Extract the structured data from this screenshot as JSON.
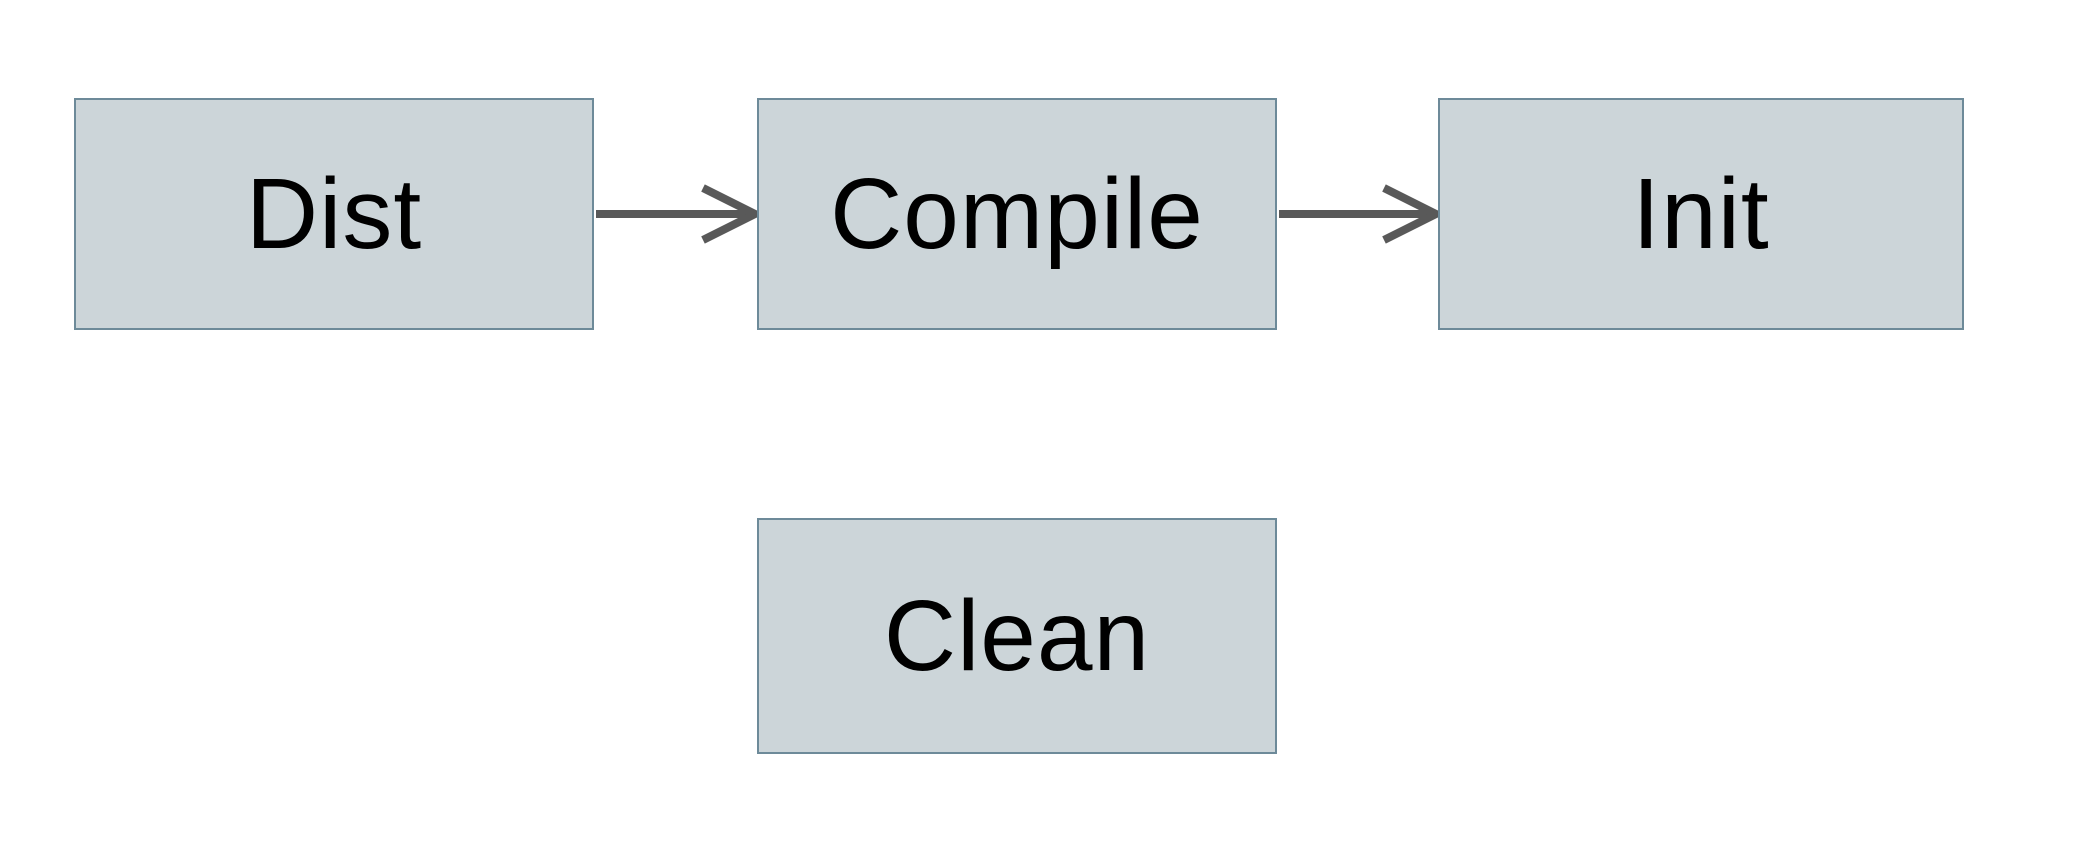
{
  "diagram": {
    "title": "build-targets-flowchart",
    "nodes": [
      {
        "id": "dist",
        "label": "Dist"
      },
      {
        "id": "compile",
        "label": "Compile"
      },
      {
        "id": "init",
        "label": "Init"
      },
      {
        "id": "clean",
        "label": "Clean"
      }
    ],
    "edges": [
      {
        "from": "dist",
        "to": "compile",
        "style": "arrow"
      },
      {
        "from": "compile",
        "to": "init",
        "style": "arrow"
      }
    ],
    "colors": {
      "background": "#ffffff",
      "node_fill": "#ccd5d9",
      "node_border": "#6d8a99",
      "arrow": "#595959",
      "text": "#000000"
    }
  }
}
